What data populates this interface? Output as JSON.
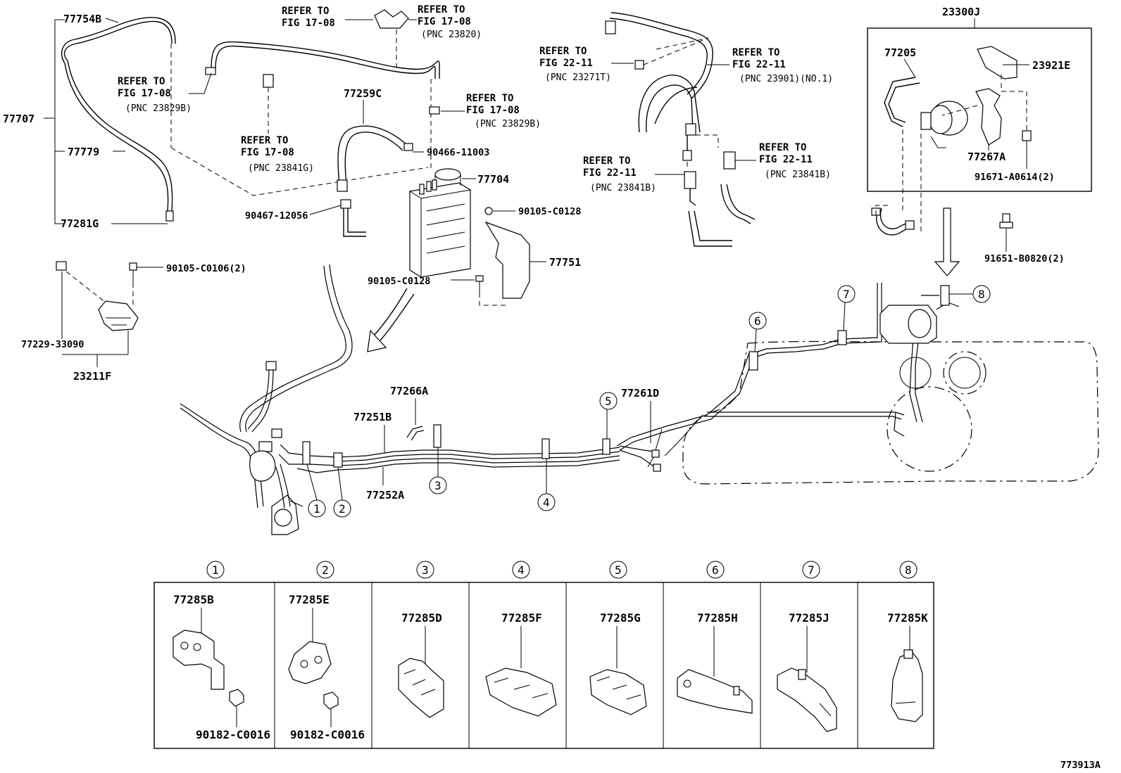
{
  "figure_id": "773913A",
  "labels": {
    "p77754B": "77754B",
    "p77707": "77707",
    "p77779": "77779",
    "p77281G": "77281G",
    "p77259C": "77259C",
    "p90466": "90466-11003",
    "p77704": "77704",
    "p90467": "90467-12056",
    "p90105a": "90105-C0128",
    "p90105b": "90105-C0128",
    "p77751": "77751",
    "p90105c": "90105-C0106(2)",
    "p77229": "77229-33090",
    "p23211F": "23211F",
    "p23300J": "23300J",
    "p77205": "77205",
    "p23921E": "23921E",
    "p77267A": "77267A",
    "p91671": "91671-A0614(2)",
    "p91651": "91651-B0820(2)",
    "p77266A": "77266A",
    "p77251B": "77251B",
    "p77252A": "77252A",
    "p77261D": "77261D"
  },
  "refers": [
    {
      "l1": "REFER TO",
      "l2": "FIG 17-08",
      "pnc": ""
    },
    {
      "l1": "REFER TO",
      "l2": "FIG 17-08",
      "pnc": "(PNC 23820)"
    },
    {
      "l1": "REFER TO",
      "l2": "FIG 17-08",
      "pnc": "(PNC 23829B)"
    },
    {
      "l1": "REFER TO",
      "l2": "FIG 17-08",
      "pnc": "(PNC 23841G)"
    },
    {
      "l1": "REFER TO",
      "l2": "FIG 17-08",
      "pnc": "(PNC 23829B)"
    },
    {
      "l1": "REFER TO",
      "l2": "FIG 22-11",
      "pnc": "(PNC 23271T)"
    },
    {
      "l1": "REFER TO",
      "l2": "FIG 22-11",
      "pnc": "(PNC 23901)(NO.1)"
    },
    {
      "l1": "REFER TO",
      "l2": "FIG 22-11",
      "pnc": "(PNC 23841B)"
    },
    {
      "l1": "REFER TO",
      "l2": "FIG 22-11",
      "pnc": "(PNC 23841B)"
    }
  ],
  "callouts": [
    "1",
    "2",
    "3",
    "4",
    "5",
    "6",
    "7",
    "8"
  ],
  "clamp_table": [
    {
      "num": "1",
      "part": "77285B",
      "sub": "90182-C0016"
    },
    {
      "num": "2",
      "part": "77285E",
      "sub": "90182-C0016"
    },
    {
      "num": "3",
      "part": "77285D",
      "sub": ""
    },
    {
      "num": "4",
      "part": "77285F",
      "sub": ""
    },
    {
      "num": "5",
      "part": "77285G",
      "sub": ""
    },
    {
      "num": "6",
      "part": "77285H",
      "sub": ""
    },
    {
      "num": "7",
      "part": "77285J",
      "sub": ""
    },
    {
      "num": "8",
      "part": "77285K",
      "sub": ""
    }
  ]
}
